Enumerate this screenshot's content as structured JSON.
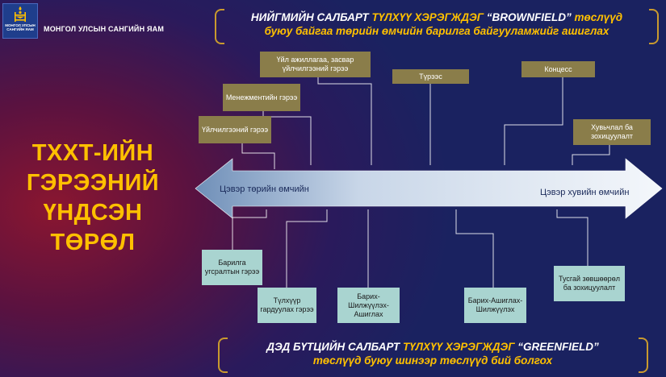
{
  "header": {
    "org_name": "МОНГОЛ УЛСЫН САНГИЙН ЯАМ",
    "logo_text_1": "МОНГОЛ УЛСЫН",
    "logo_text_2": "САНГИЙН ЯАМ"
  },
  "top_banner": {
    "line1_a": "НИЙГМИЙН САЛБАРТ ",
    "line1_b": "ТҮЛХҮҮ ХЭРЭГЖДЭГ ",
    "line1_c": "“BROWNFIELD” ",
    "line1_d": "төслүүд",
    "line2": "буюу байгаа төрийн өмчийн барилга байгууламжийг ашиглах"
  },
  "bottom_banner": {
    "line1_a": "ДЭД БҮТЦИЙН САЛБАРТ ",
    "line1_b": "ТҮЛХҮҮ ХЭРЭГЖДЭГ ",
    "line1_c": "“GREENFIELD”",
    "line2": "төслүүд буюу шинээр төслүүд бий болгох"
  },
  "title": {
    "line1": "ТХХТ-ИЙН",
    "line2": "ГЭРЭЭНИЙ",
    "line3": "ҮНДСЭН",
    "line4": "ТӨРӨЛ"
  },
  "axis": {
    "left_label": "Цэвэр төрийн өмчийн",
    "right_label": "Цэвэр хувийн өмчийн"
  },
  "top_boxes": [
    {
      "label": "Үйлчилгээний гэрээ"
    },
    {
      "label": "Менежментийн гэрээ"
    },
    {
      "label": "Үйл ажиллагаа, засвар үйлчилгээний гэрээ"
    },
    {
      "label": "Түрээс"
    },
    {
      "label": "Концесс"
    },
    {
      "label": "Хувьчлал ба зохицуулалт"
    }
  ],
  "bottom_boxes": [
    {
      "label": "Барилга угсралтын гэрээ"
    },
    {
      "label": "Түлхүүр гардуулах гэрээ"
    },
    {
      "label": "Барих-Шилжүүлэх-Ашиглах"
    },
    {
      "label": "Барих-Ашиглах-Шилжүүлэх"
    },
    {
      "label": "Тусгай зөвшөөрөл ба зохицуулалт"
    }
  ],
  "colors": {
    "accent_gold": "#ffc000",
    "box_gold": "#8a7d4a",
    "box_teal": "#a9d4d0",
    "bracket": "#c99a2e"
  }
}
